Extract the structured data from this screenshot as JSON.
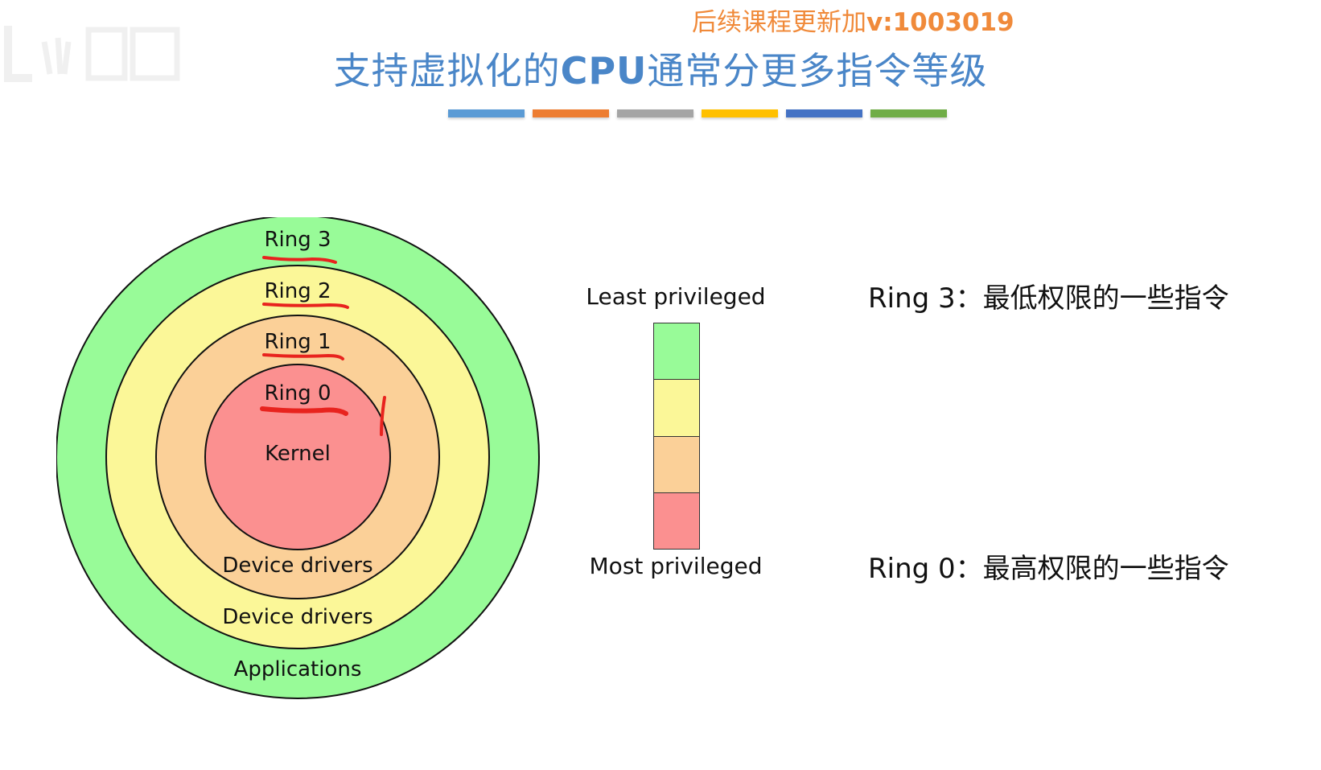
{
  "watermark": {
    "prefix": "后续课程更新加",
    "code": "v:1003019"
  },
  "title": {
    "before": "支持虚拟化的",
    "latin": "CPU",
    "after": "通常分更多指令等级"
  },
  "accent_colors": [
    "#5b9bd5",
    "#ed7d31",
    "#a5a5a5",
    "#ffc000",
    "#4472c4",
    "#70ad47"
  ],
  "rings": [
    {
      "name": "Ring 3",
      "content": "Applications",
      "color": "#98fb98"
    },
    {
      "name": "Ring 2",
      "content": "Device drivers",
      "color": "#fbf798"
    },
    {
      "name": "Ring 1",
      "content": "Device drivers",
      "color": "#fbd098"
    },
    {
      "name": "Ring 0",
      "content": "Kernel",
      "color": "#fb9090"
    }
  ],
  "scale": {
    "top_label": "Least privileged",
    "bottom_label": "Most privileged",
    "colors": [
      "#98fb98",
      "#fbf798",
      "#fbd098",
      "#fb9090"
    ]
  },
  "notes": [
    {
      "ring": "Ring 3",
      "separator": "：",
      "desc": "最低权限的一些指令"
    },
    {
      "ring": "Ring 0",
      "separator": "：",
      "desc": "最高权限的一些指令"
    }
  ],
  "annotation_color": "#e8231e"
}
